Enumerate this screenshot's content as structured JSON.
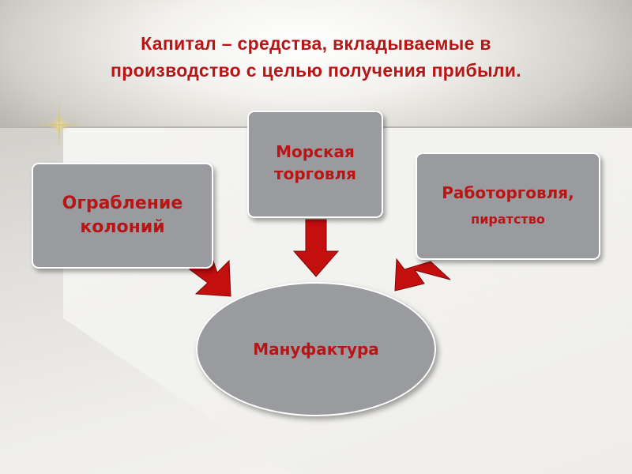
{
  "title": {
    "line1": "Капитал – средства, вкладываемые в",
    "line2": "производство с целью получения прибыли."
  },
  "sources": [
    {
      "lines": [
        "Ограбление",
        "колоний"
      ]
    },
    {
      "lines": [
        "Морская",
        "торговля"
      ]
    },
    {
      "lines": [
        "Работорговля,",
        "пиратство"
      ]
    }
  ],
  "target": {
    "label": "Мануфактура"
  },
  "colors": {
    "accent": "#b81616",
    "box_fill": "#9a9b9e",
    "arrow": "#c40f0f"
  }
}
